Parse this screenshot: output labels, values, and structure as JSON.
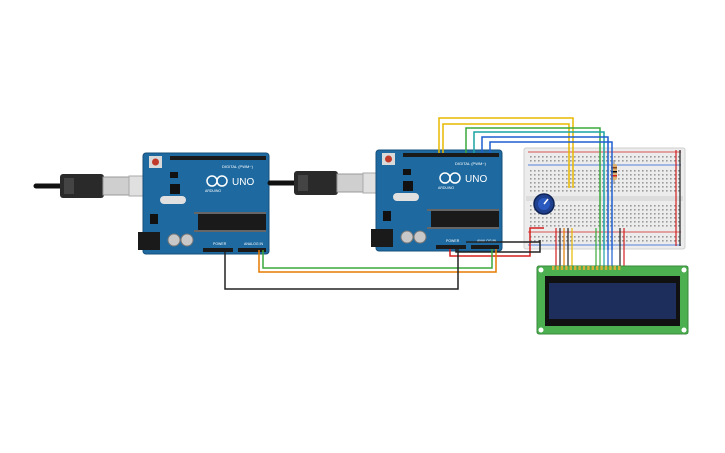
{
  "board1": {
    "model": "UNO",
    "brand": "ARDUINO",
    "header_digital": "DIGITAL (PWM~)",
    "header_power": "POWER",
    "header_analog": "ANALOG IN"
  },
  "board2": {
    "model": "UNO",
    "brand": "ARDUINO",
    "header_digital": "DIGITAL (PWM~)",
    "header_power": "POWER",
    "header_analog": "ANALOG IN"
  },
  "colors": {
    "board_blue": "#1e6aa0",
    "board_edge": "#174f7a",
    "usb_black": "#222222",
    "wire_yellow": "#e8b800",
    "wire_orange": "#e57a00",
    "wire_green": "#3aa83a",
    "wire_blue": "#1f5fd0",
    "wire_teal": "#1aa3a3",
    "wire_red": "#d31f1f",
    "wire_black": "#222222",
    "lcd_green": "#4caf50",
    "lcd_screen": "#1d2e5c",
    "breadboard": "#ececec"
  },
  "components": {
    "usb_cable_1": "usb-cable-icon",
    "usb_cable_2": "usb-cable-icon",
    "potentiometer": "potentiometer-icon",
    "resistor": "resistor-icon",
    "lcd": "lcd-16x2-icon"
  }
}
